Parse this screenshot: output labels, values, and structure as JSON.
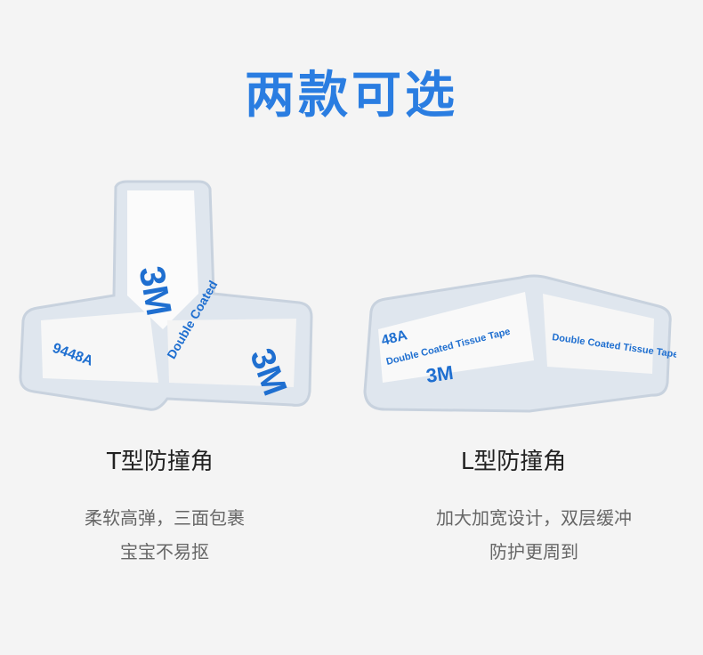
{
  "title": "两款可选",
  "products": [
    {
      "name": "T型防撞角",
      "desc_line1": "柔软高弹，三面包裹",
      "desc_line2": "宝宝不易抠",
      "tape_print": [
        "3M",
        "9448A",
        "Double Coated"
      ]
    },
    {
      "name": "L型防撞角",
      "desc_line1": "加大加宽设计，双层缓冲",
      "desc_line2": "防护更周到",
      "tape_print": [
        "3M",
        "48A",
        "Double Coated Tissue Tape"
      ]
    }
  ],
  "colors": {
    "title": "#2a7de1",
    "tape_logo": "#1f6fd0"
  }
}
